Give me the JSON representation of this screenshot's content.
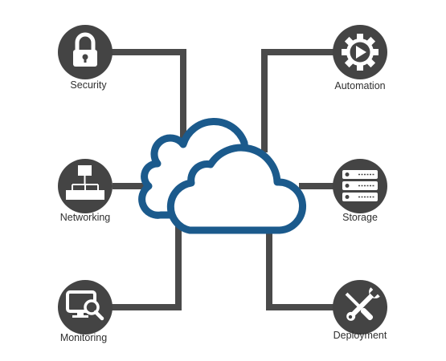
{
  "colors": {
    "connector": "#4a4a4a",
    "node_fill": "#444444",
    "node_icon": "#ffffff",
    "cloud_stroke": "#1b5a8c",
    "cloud_fill": "#ffffff",
    "label_text": "#2f2f2f"
  },
  "nodes": [
    {
      "id": "security",
      "label": "Security",
      "icon": "padlock-icon"
    },
    {
      "id": "networking",
      "label": "Networking",
      "icon": "network-icon"
    },
    {
      "id": "monitoring",
      "label": "Monitoring",
      "icon": "monitor-search-icon"
    },
    {
      "id": "automation",
      "label": "Automation",
      "icon": "gear-play-icon"
    },
    {
      "id": "storage",
      "label": "Storage",
      "icon": "server-rack-icon"
    },
    {
      "id": "deployment",
      "label": "Deployment",
      "icon": "wrench-screwdriver-icon"
    }
  ],
  "center": {
    "icon": "cloud-icon"
  }
}
